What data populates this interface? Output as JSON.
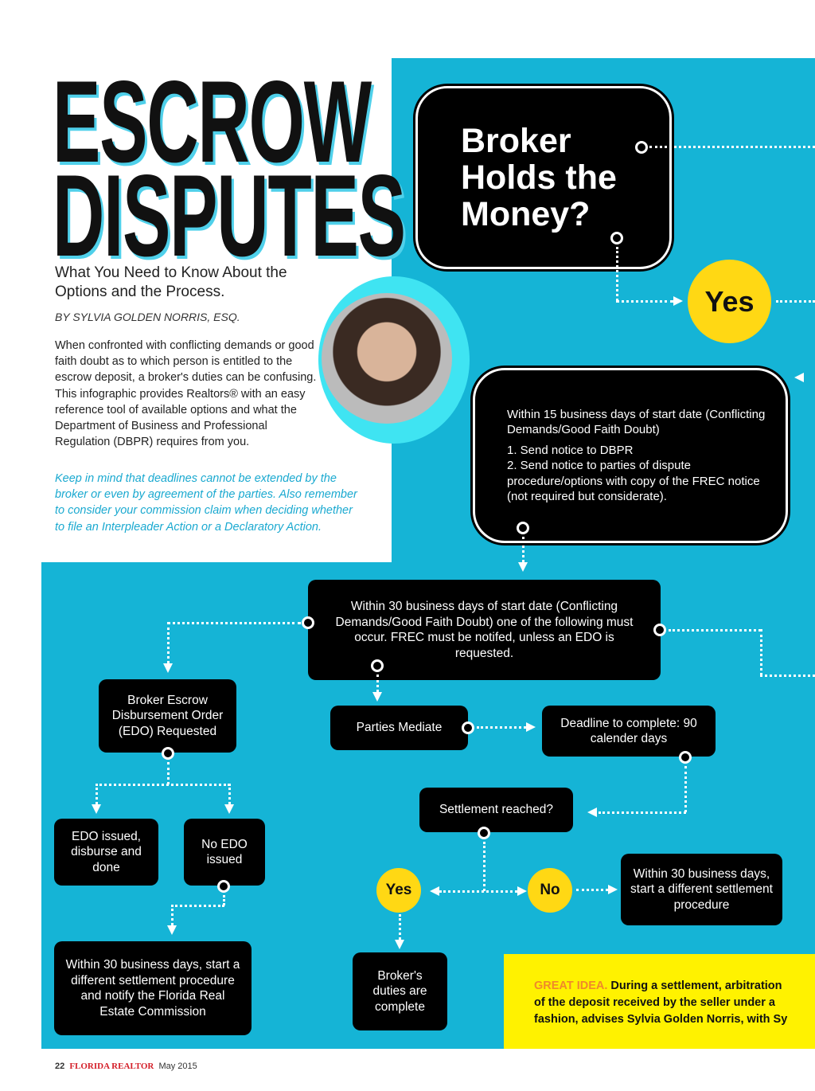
{
  "title": {
    "line1": "ESCROW",
    "line2": "DISPUTES"
  },
  "subtitle": "What You Need to Know About the Options and the Process.",
  "byline": "BY SYLVIA GOLDEN NORRIS, ESQ.",
  "intro": "When confronted with conflicting demands or good faith doubt as to which person is entitled to the escrow deposit, a broker's duties can be confusing. This infographic provides Realtors® with an easy reference tool of available options and what the Department of Business and Professional Regulation (DBPR) requires from you.",
  "note": "Keep in mind that deadlines cannot be extended by the broker or even by agreement of the parties. Also remember to consider your commission claim when deciding whether to file an Interpleader Action or a Declaratory Action.",
  "flow": {
    "q1": "Broker Holds the Money?",
    "yes1": "Yes",
    "step15": {
      "line1": "Within 15 business days of start date (Conflicting Demands/Good Faith Doubt)",
      "item1": "1. Send notice to DBPR",
      "item2": "2. Send notice to parties of dispute procedure/options with copy of the FREC notice (not required but considerate)."
    },
    "step30": "Within 30 business days of start date (Conflicting Demands/Good Faith Doubt) one of the following must occur. FREC must be notifed, unless an EDO is requested.",
    "edo": "Broker Escrow Disbursement Order (EDO) Requested",
    "mediate": "Parties Mediate",
    "deadline": "Deadline to complete: 90 calender days",
    "edo_issued": "EDO issued, disburse and done",
    "no_edo": "No EDO issued",
    "settlement": "Settlement reached?",
    "yes2": "Yes",
    "no2": "No",
    "within30b": "Within 30 business days, start a different settlement procedure",
    "within30a": "Within 30 business days, start a different settlement procedure and notify the Florida Real Estate Commission",
    "complete": "Broker's duties are complete"
  },
  "tip": {
    "label": "GREAT IDEA.",
    "line1": "During a settlement, arbitration",
    "line2": "of the deposit received by the seller under a",
    "line3": "fashion, advises Sylvia Golden Norris, with Sy"
  },
  "footer": {
    "page": "22",
    "magazine": "FLORIDA REALTOR",
    "date": "May 2015"
  }
}
